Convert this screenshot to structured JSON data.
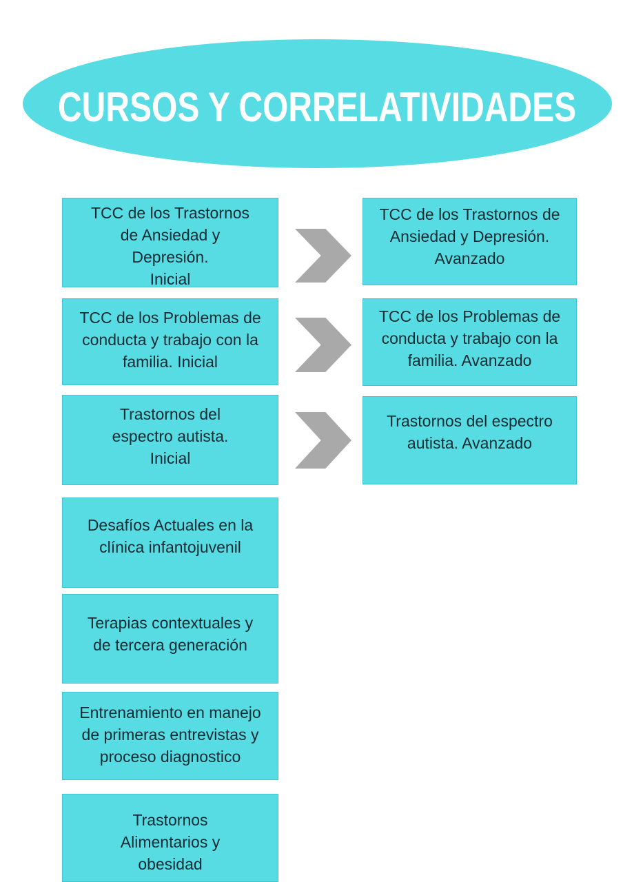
{
  "title": {
    "text": "CURSOS Y CORRELATIVIDADES"
  },
  "colors": {
    "accent_cyan": "#57dce3",
    "arrow_gray": "#a9a9a9",
    "text_dark": "#152b33",
    "title_text": "#ffffff",
    "background": "#ffffff"
  },
  "flow": {
    "arrow_icon": "chevron-right-icon",
    "left_column": [
      {
        "text": "TCC de los Trastornos\nde Ansiedad y\nDepresión.\nInicial"
      },
      {
        "text": "TCC de los Problemas de\nconducta y trabajo con la\nfamilia. Inicial"
      },
      {
        "text": "Trastornos del\nespectro autista.\nInicial"
      },
      {
        "text": "Desafíos Actuales en la\nclínica infantojuvenil"
      },
      {
        "text": "Terapias contextuales y\nde tercera generación"
      },
      {
        "text": "Entrenamiento en manejo\nde primeras entrevistas y\nproceso diagnostico"
      },
      {
        "text": "Trastornos\nAlimentarios y\nobesidad"
      }
    ],
    "right_column": [
      {
        "text": "TCC de los Trastornos de\nAnsiedad y Depresión.\nAvanzado"
      },
      {
        "text": "TCC de los Problemas de\nconducta y trabajo con la\nfamilia. Avanzado"
      },
      {
        "text": "Trastornos del espectro\nautista. Avanzado"
      }
    ]
  }
}
